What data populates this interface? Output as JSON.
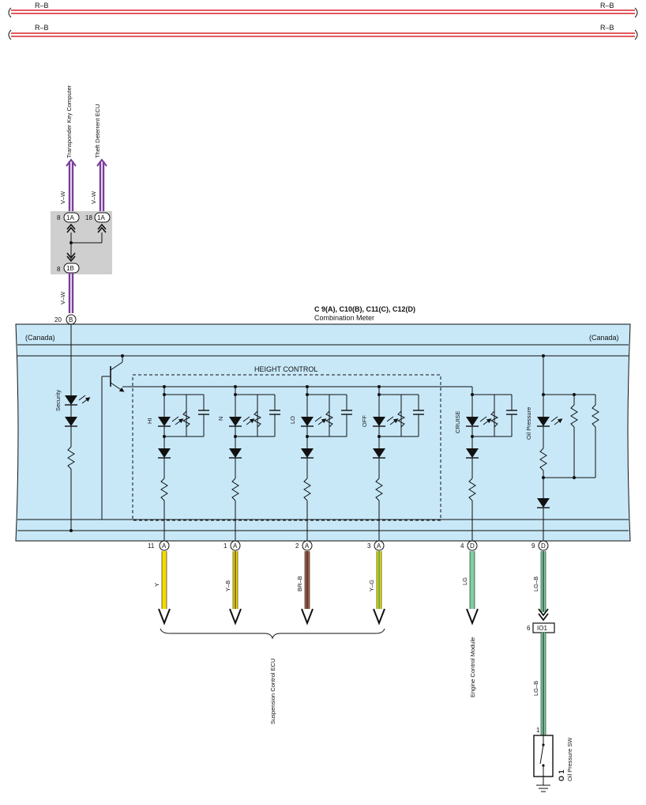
{
  "top_wires": [
    {
      "left_label": "R–B",
      "right_label": "R–B"
    },
    {
      "left_label": "R–B",
      "right_label": "R–B"
    }
  ],
  "top_destinations": [
    {
      "name": "Transponder Key Computer",
      "wire_color": "V–W",
      "pin": "8",
      "connector": "1A"
    },
    {
      "name": "Theft Deterrent ECU",
      "wire_color": "V–W",
      "pin": "18",
      "connector": "1A"
    }
  ],
  "junction_bottom": {
    "pin": "8",
    "connector": "1B",
    "wire_color": "V–W"
  },
  "meter": {
    "connectors": "C 9(A), C10(B), C11(C), C12(D)",
    "name": "Combination Meter",
    "region_left": "(Canada)",
    "region_right": "(Canada)",
    "input_pin": "20",
    "input_connector": "B",
    "height_control_label": "HEIGHT CONTROL",
    "indicators": {
      "security": "Security",
      "hi": "HI",
      "n": "N",
      "lo": "LO",
      "off": "OFF",
      "cruise": "CRUISE",
      "oil": "Oil Pressure"
    }
  },
  "outputs": [
    {
      "pin": "11",
      "connector": "A",
      "wire_color": "Y",
      "hex": "#f5dc00"
    },
    {
      "pin": "1",
      "connector": "A",
      "wire_color": "Y–B",
      "hex": "#f5dc00"
    },
    {
      "pin": "2",
      "connector": "A",
      "wire_color": "BR–B",
      "hex": "#a8634a"
    },
    {
      "pin": "3",
      "connector": "A",
      "wire_color": "Y–G",
      "hex": "#f5dc00"
    },
    {
      "pin": "4",
      "connector": "D",
      "wire_color": "LG",
      "hex": "#7fcfa0"
    },
    {
      "pin": "9",
      "connector": "D",
      "wire_color": "LG–B",
      "hex": "#7fcfa0"
    }
  ],
  "destinations_bottom": {
    "suspension": "Suspension Control ECU",
    "engine": "Engine Control Module"
  },
  "oil_branch": {
    "junction_pin": "6",
    "junction_connector": "IO1",
    "wire_color": "LG–B",
    "switch_pin": "1",
    "switch_code": "O 1",
    "switch_name": "Oil Pressure SW"
  },
  "colors": {
    "red": "#d9232a",
    "violet": "#7a3d9a",
    "panel": "#c8e8f8",
    "junction_box": "#cfcfcf"
  }
}
